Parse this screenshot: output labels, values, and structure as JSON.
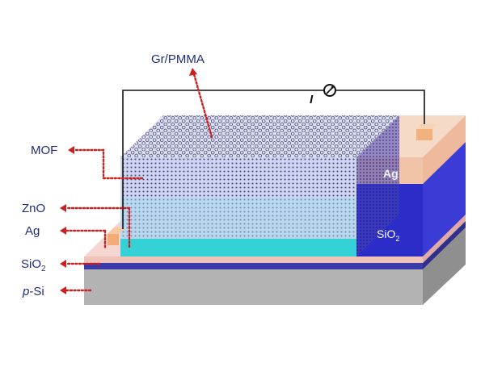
{
  "labels": {
    "gr_pmma": "Gr/PMMA",
    "mof": "MOF",
    "zno": "ZnO",
    "ag_left": "Ag",
    "sio2_left_main": "SiO",
    "sio2_left_sub": "2",
    "psi_prefix": "p",
    "psi_suffix": "-Si",
    "ag_right": "Ag",
    "sio2_right_main": "SiO",
    "sio2_right_sub": "2",
    "current": "I"
  },
  "colors": {
    "label_text": "#1f2d7a",
    "arrow": "#cc1f1f",
    "circuit": "#111111",
    "substrate_top": "#e9e9e9",
    "substrate_front": "#b3b3b3",
    "substrate_side": "#8e8e8e",
    "oxide_layer": "#3b3bb0",
    "pink_layer": "#f2c3bd",
    "zno_fill": "#33d3d6",
    "mof_fill": "#b7c3ee",
    "dots": "#1a1a50",
    "ag_block": "#f1c4a8",
    "sio2_block": "#3c3ce6",
    "electrode": "#f3b27d"
  },
  "icons": {
    "ammeter": "ammeter-icon"
  }
}
